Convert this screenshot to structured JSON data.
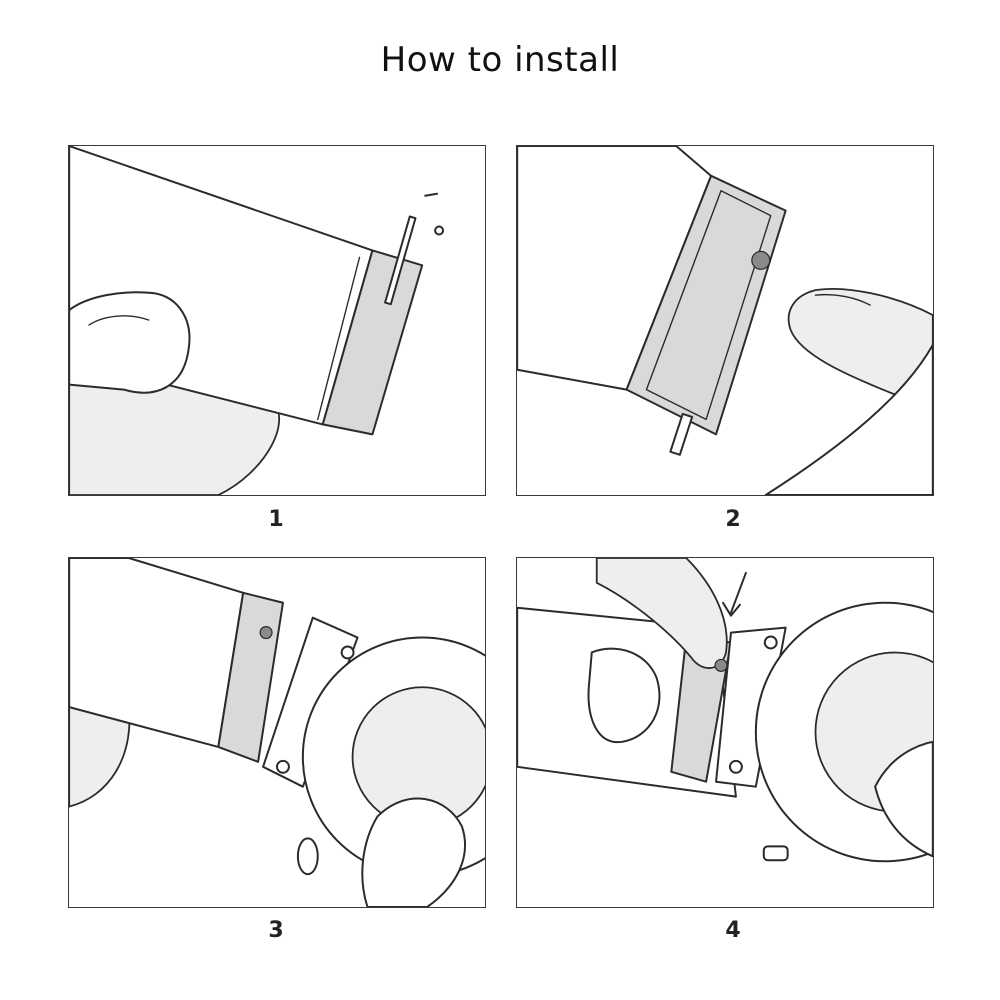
{
  "title": "How to install",
  "steps": [
    {
      "number": "1"
    },
    {
      "number": "2"
    },
    {
      "number": "3"
    },
    {
      "number": "4"
    }
  ]
}
